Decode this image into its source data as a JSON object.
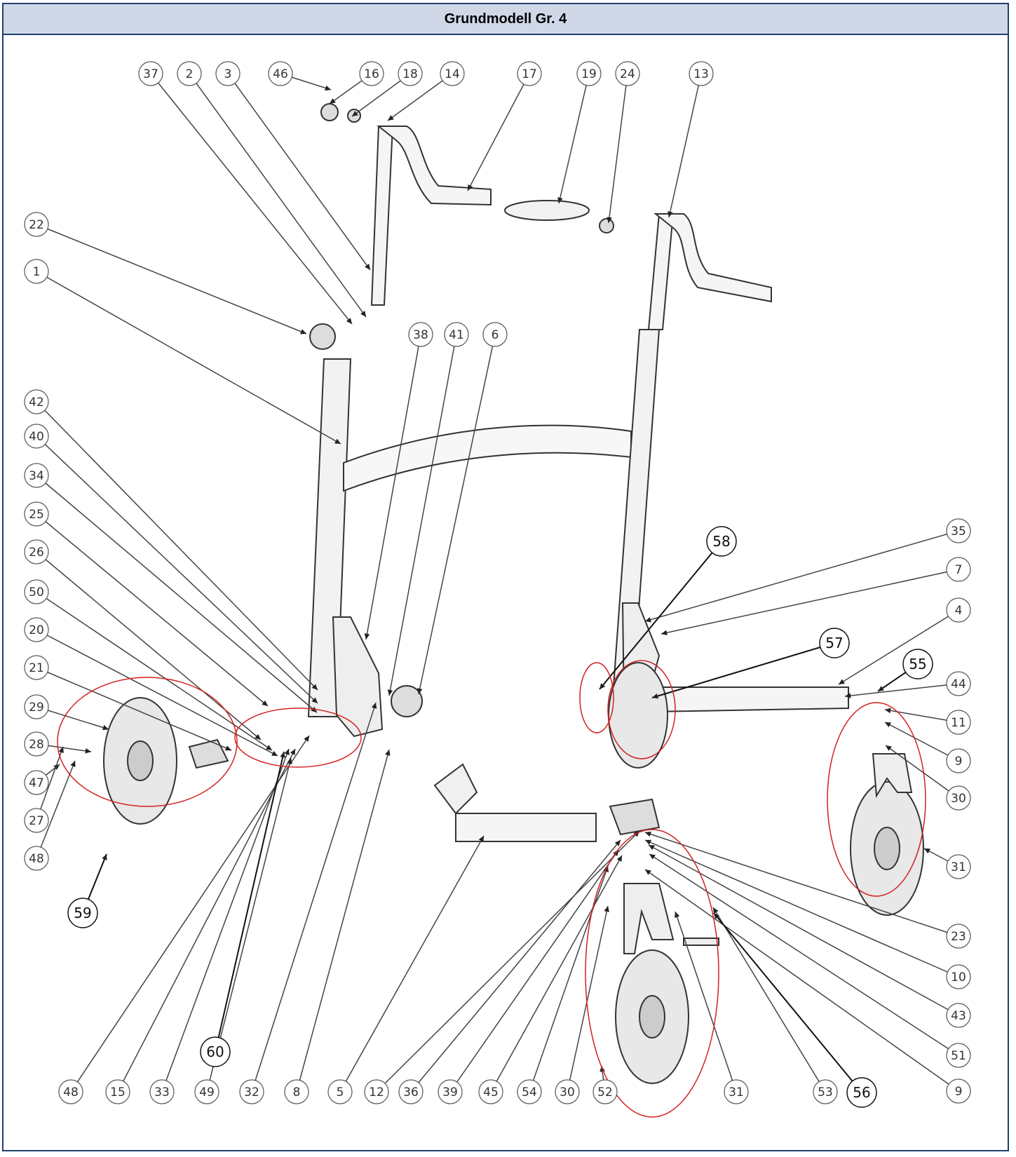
{
  "header": {
    "title": "Grundmodell Gr. 4"
  },
  "callouts": {
    "top": [
      "37",
      "2",
      "3",
      "46",
      "16",
      "18",
      "14",
      "17",
      "19",
      "24",
      "13"
    ],
    "left": [
      "22",
      "1",
      "42",
      "40",
      "34",
      "25",
      "26",
      "50",
      "20",
      "21",
      "29",
      "28",
      "47",
      "27",
      "48"
    ],
    "mid": [
      "38",
      "41",
      "6"
    ],
    "right": [
      "35",
      "7",
      "4",
      "44",
      "11",
      "9",
      "30",
      "31",
      "23",
      "10",
      "43",
      "51",
      "9"
    ],
    "bottom": [
      "48",
      "15",
      "33",
      "49",
      "32",
      "8",
      "5",
      "12",
      "36",
      "39",
      "45",
      "54",
      "30",
      "52",
      "31",
      "53"
    ],
    "groups": [
      "58",
      "57",
      "55",
      "56",
      "59",
      "60"
    ]
  },
  "colors": {
    "frame": "#1f3f6f",
    "header_bg": "#d0d8e8",
    "group_outline": "#d42020",
    "line": "#444444"
  }
}
